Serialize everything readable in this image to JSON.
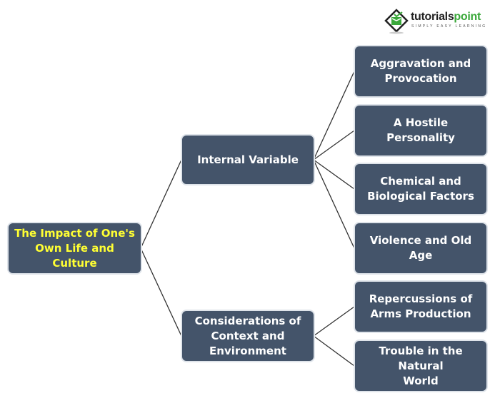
{
  "logo": {
    "name_part1": "tutorials",
    "name_part2": "point",
    "tagline": "SIMPLY EASY LEARNING",
    "accent_color": "#3aa83a"
  },
  "colors": {
    "node_fill": "#44546a",
    "node_text": "#ffffff",
    "root_text": "#ffff33",
    "link": "#333333"
  },
  "diagram": {
    "root": "The Impact of One's\nOwn Life and Culture",
    "branches": [
      {
        "label": "Internal Variable",
        "children": [
          "Aggravation and\nProvocation",
          "A Hostile Personality",
          "Chemical and\nBiological Factors",
          "Violence and Old Age"
        ]
      },
      {
        "label": "Considerations of\nContext and\nEnvironment",
        "children": [
          "Repercussions of\nArms Production",
          "Trouble in the Natural\nWorld"
        ]
      }
    ]
  }
}
